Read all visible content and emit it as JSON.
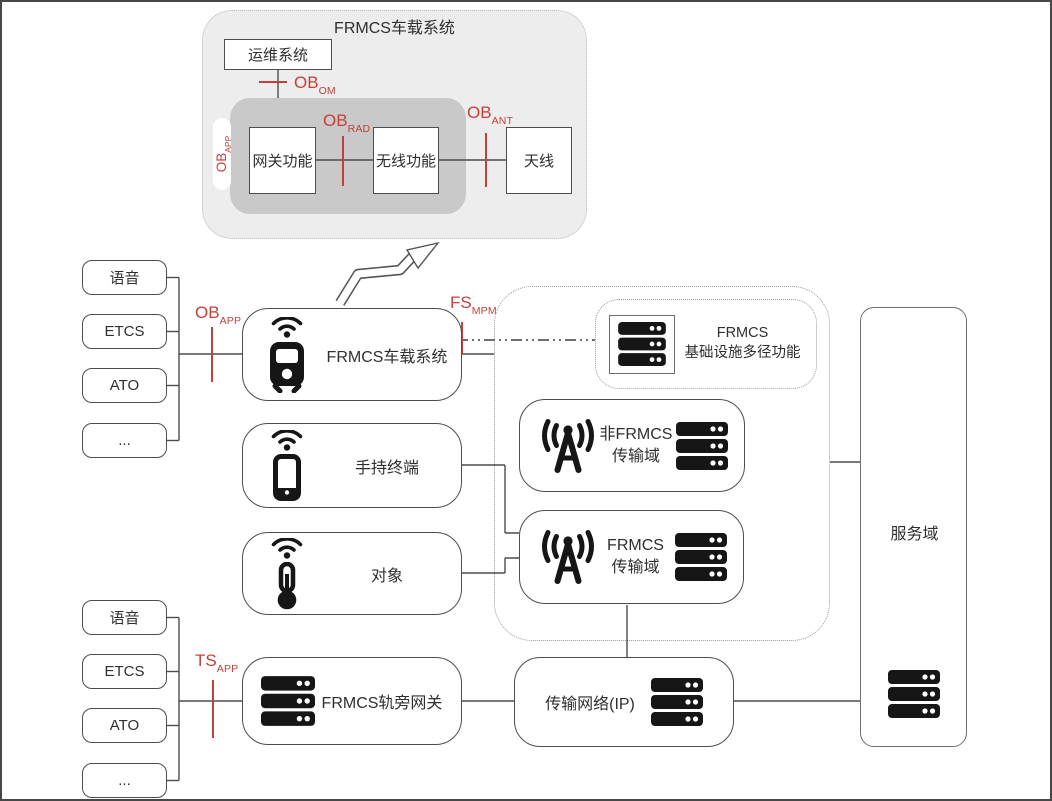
{
  "colors": {
    "accent_red": "#c5403a",
    "line_gray": "#4d4d4d",
    "panel_fill": "#ededed",
    "inner_panel_fill": "#c9c9c9"
  },
  "detail_panel": {
    "title": "FRMCS车载系统",
    "om_system": "运维系统",
    "gateway_function": "网关功能",
    "radio_function": "无线功能",
    "antenna": "天线"
  },
  "interfaces": {
    "ob_om": {
      "base": "OB",
      "sub": "OM"
    },
    "ob_rad": {
      "base": "OB",
      "sub": "RAD"
    },
    "ob_ant": {
      "base": "OB",
      "sub": "ANT"
    },
    "ob_app_pill": {
      "base": "OB",
      "sub": "APP"
    },
    "ob_app": {
      "base": "OB",
      "sub": "APP"
    },
    "fs_mpm": {
      "base": "FS",
      "sub": "MPM"
    },
    "ts_app": {
      "base": "TS",
      "sub": "APP"
    }
  },
  "onboard_apps": [
    "语音",
    "ETCS",
    "ATO",
    "..."
  ],
  "trackside_apps": [
    "语音",
    "ETCS",
    "ATO",
    "..."
  ],
  "nodes": {
    "onboard_system": "FRMCS车载系统",
    "handheld": "手持终端",
    "object": "对象",
    "multipath": {
      "line1": "FRMCS",
      "line2": "基础设施多径功能"
    },
    "non_frmcs_domain": {
      "line1": "非FRMCS",
      "line2": "传输域"
    },
    "frmcs_domain": {
      "line1": "FRMCS",
      "line2": "传输域"
    },
    "service_domain": "服务域",
    "transport_network": "传输网络(IP)",
    "trackside_gateway": "FRMCS轨旁网关"
  },
  "icons": {
    "wifi": "wifi-signal-arcs",
    "train": "train-front",
    "smartphone": "smartphone",
    "thermometer": "thermometer",
    "antenna_tower": "radio-tower",
    "server": "server-stack"
  }
}
